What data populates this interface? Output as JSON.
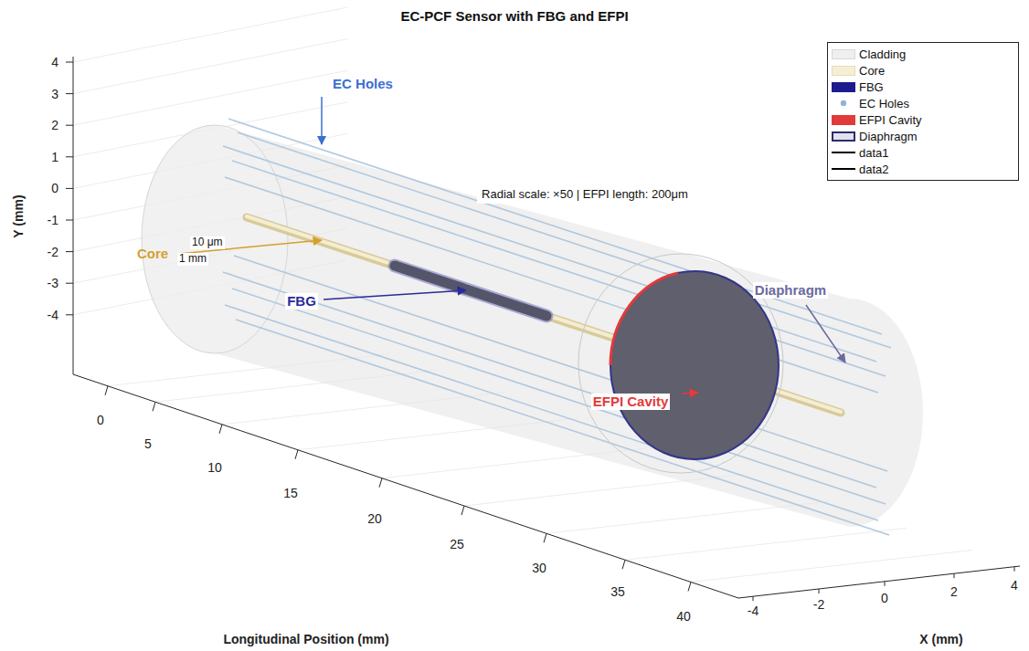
{
  "diagram": {
    "title": "EC-PCF Sensor with FBG and EFPI",
    "nodes": [
      {
        "text": [
          "Radial scale: ×50 | EFPI length: 200μm"
        ]
      }
    ],
    "labels": [
      "EC Holes",
      "Core",
      "1 mm",
      "10 μm",
      "FBG",
      "Diaphragm",
      "EFPI Cavity",
      "Y (mm)",
      "4",
      "3",
      "2",
      "1",
      "0",
      "-1",
      "-2",
      "-3",
      "-4",
      "Longitudinal Position (mm)",
      "0",
      "5",
      "10",
      "15",
      "20",
      "25",
      "30",
      "35",
      "40",
      "X (mm)",
      "-4",
      "-2",
      "0",
      "2",
      "4"
    ],
    "legend": [
      {
        "text": "Cladding",
        "color": "#efefef"
      },
      {
        "text": "Core",
        "color": "#f6efd6"
      },
      {
        "text": "FBG",
        "color": "#1c1c8f"
      },
      {
        "text": "EC Holes"
      },
      {
        "text": "EFPI Cavity",
        "color": "#e23a3a"
      },
      {
        "text": "Diaphragm",
        "color": "#e2e2ee"
      },
      {
        "text": "data1"
      },
      {
        "text": "data2"
      }
    ]
  }
}
